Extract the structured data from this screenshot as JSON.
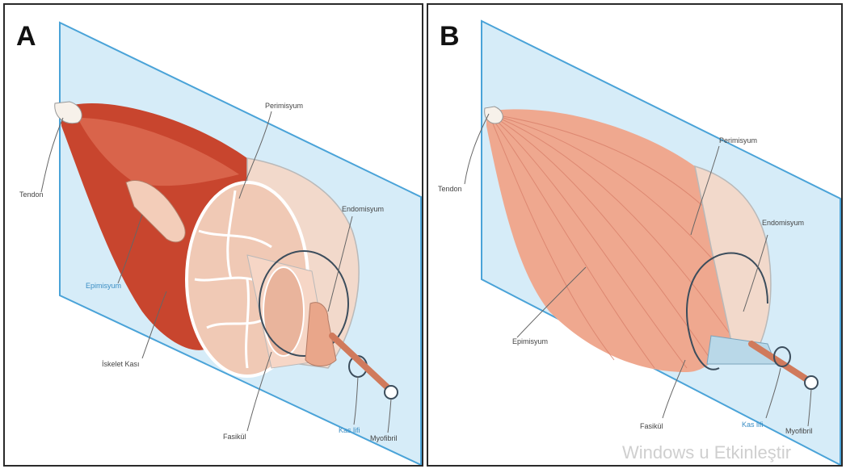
{
  "panels": [
    {
      "letter": "A",
      "labels": {
        "tendon": "Tendon",
        "perimysium": "Perimisyum",
        "endomysium": "Endomisyum",
        "epimysium": "Epimisyum",
        "skeletal_tissue": "İskelet Kası",
        "fascicle": "Fasikül",
        "muscle_fiber": "Kas lifi",
        "myofibril": "Myofibril"
      }
    },
    {
      "letter": "B",
      "labels": {
        "tendon": "Tendon",
        "perimysium": "Perimisyum",
        "endomysium": "Endomisyum",
        "epimysium": "Epimisyum",
        "fascicle": "Fasikül",
        "muscle_fiber": "Kas lifi",
        "myofibril": "Myofibril"
      }
    }
  ],
  "watermark": "Windows u Etkinleştir",
  "colors": {
    "plane_fill": "#d6ecf8",
    "plane_edge": "#4aa3d8",
    "muscle_dark": "#c8452e",
    "muscle_light": "#efb09a",
    "tissue_pale": "#f6d6c6",
    "label_blue": "#3b8ec4"
  }
}
